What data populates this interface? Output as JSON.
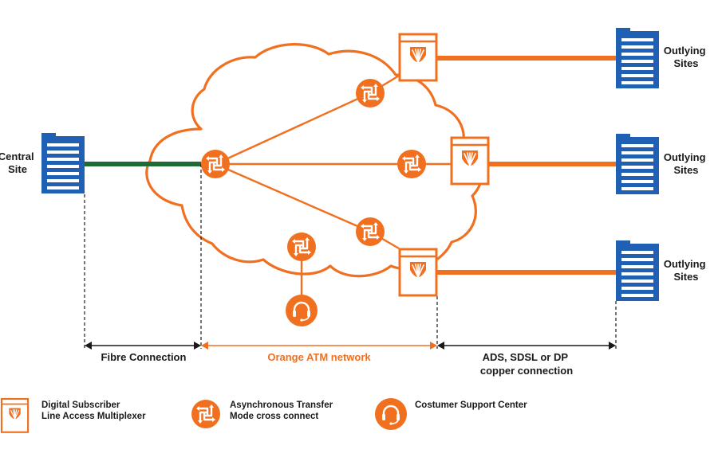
{
  "labels": {
    "central_site": [
      "Central",
      "Site"
    ],
    "outlying_site": [
      "Outlying",
      "Sites"
    ],
    "fibre_connection": "Fibre Connection",
    "atm_network": "Orange ATM network",
    "copper_connection": [
      "ADS, SDSL or DP",
      "copper connection"
    ]
  },
  "legend": {
    "dslam": [
      "Digital Subscriber",
      "Line Access Multiplexer"
    ],
    "atm": [
      "Asynchronous Transfer",
      "Mode cross connect"
    ],
    "support": [
      "Costumer Support Center"
    ]
  },
  "colors": {
    "orange": "#f07020",
    "blue": "#1f5fb4",
    "green": "#1e6b35",
    "black": "#1a1a1a"
  },
  "icons": {
    "site": "building-icon",
    "atm": "atm-cross-connect-icon",
    "dslam": "dslam-icon",
    "support": "headset-icon"
  }
}
